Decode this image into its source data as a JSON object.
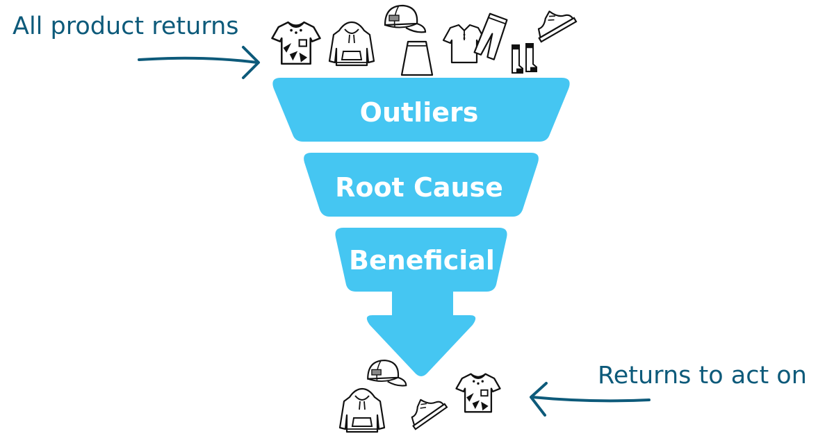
{
  "labels": {
    "input": "All product returns",
    "output": "Returns to act on"
  },
  "stages": [
    {
      "label": "Outliers"
    },
    {
      "label": "Root Cause"
    },
    {
      "label": "Beneficial"
    }
  ],
  "icons": {
    "top": [
      "tshirt-icon",
      "hoodie-icon",
      "cap-icon",
      "skirt-icon",
      "polo-shirt-icon",
      "pants-icon",
      "socks-icon",
      "sneaker-icon"
    ],
    "bottom": [
      "hoodie-icon",
      "cap-icon",
      "sneaker-icon",
      "tshirt-icon"
    ]
  },
  "colors": {
    "funnel": "#45c6f2",
    "text_accent": "#0d5a7a",
    "icon_stroke": "#111111"
  }
}
